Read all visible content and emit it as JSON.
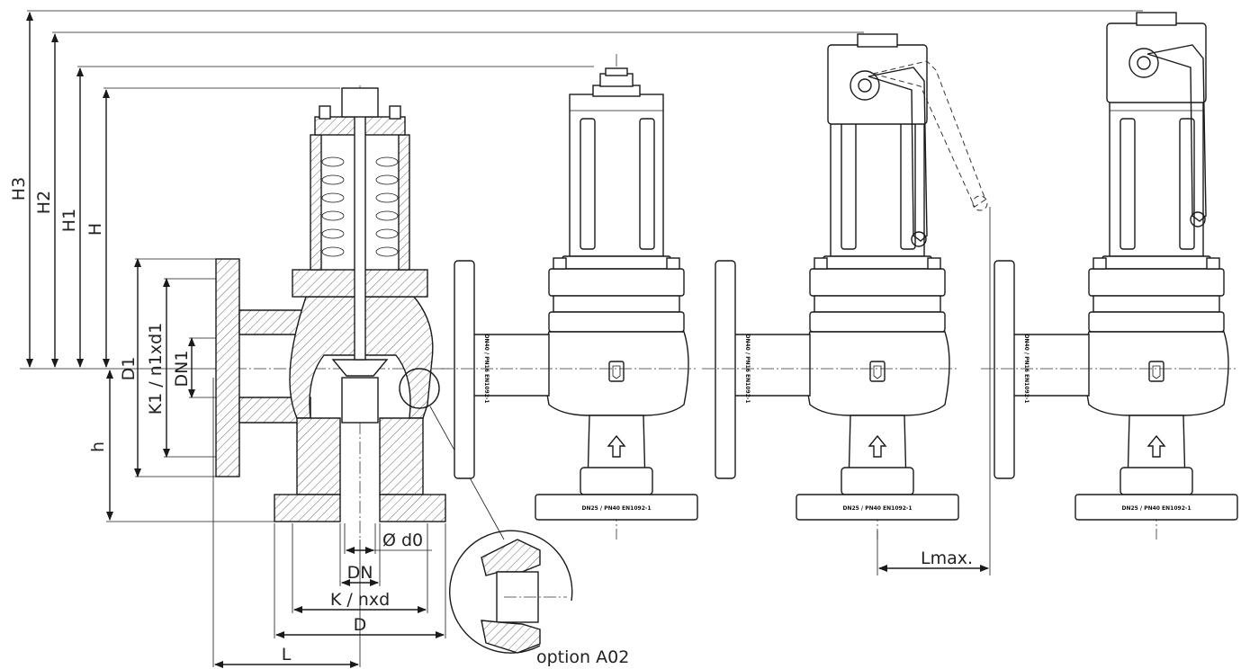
{
  "labels": {
    "H3": "H3",
    "H2": "H2",
    "H1": "H1",
    "H": "H",
    "D1": "D1",
    "n1xd1": "K1 / n1xd1",
    "DN1": "DN1",
    "h": "h",
    "d0": "Ø d0",
    "DN": "DN",
    "K_nxd": "K / nxd",
    "D": "D",
    "L": "L",
    "Lmax": "Lmax.",
    "option": "option A02"
  },
  "flange_labels": {
    "inlet": "DN25 / PN40 EN1092-1",
    "outlet": "DN40 / PN16 EN1092-1"
  }
}
